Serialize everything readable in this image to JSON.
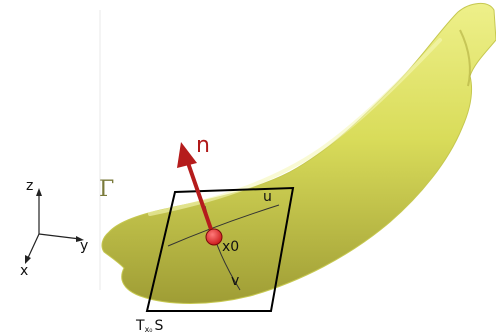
{
  "figure": {
    "surface_label": "Γ",
    "normal_label": "n",
    "point_label": "x",
    "point_subscript": "0",
    "u_label": "u",
    "v_label": "v",
    "plane_label_main": "T",
    "plane_label_sub": "x₀",
    "plane_label_tail": "S",
    "axes": {
      "x": "x",
      "y": "y",
      "z": "z"
    },
    "colors": {
      "surface": "#d9dc5a",
      "surface_shadow": "#a7a53a",
      "normal": "#b51c1c",
      "point": "#e52222",
      "plane": "#000000"
    },
    "icons": [
      "banana-surface",
      "normal-vector-arrow",
      "tangent-plane",
      "coordinate-axes"
    ]
  }
}
